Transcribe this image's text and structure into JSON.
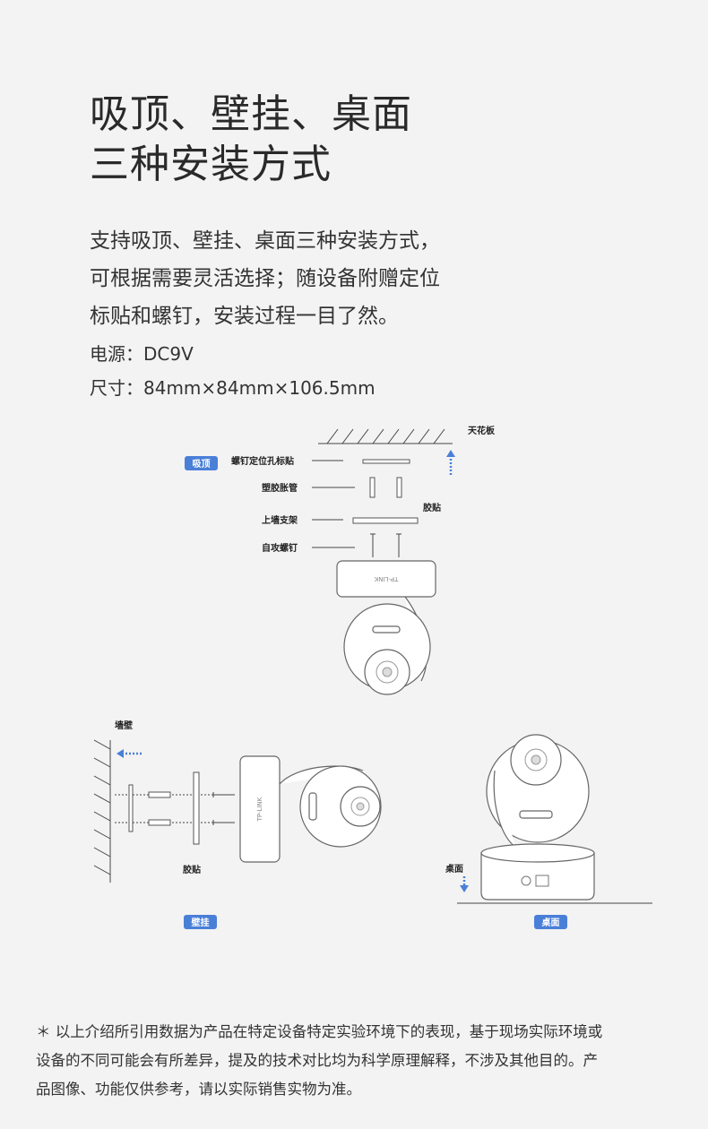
{
  "heading": {
    "line1": "吸顶、壁挂、桌面",
    "line2": "三种安装方式"
  },
  "description": {
    "line1": "支持吸顶、壁挂、桌面三种安装方式，",
    "line2": "可根据需要灵活选择；随设备附赠定位",
    "line3": "标贴和螺钉，安装过程一目了然。"
  },
  "specs": {
    "power": "电源：DC9V",
    "size": "尺寸：84mm×84mm×106.5mm"
  },
  "ceiling_diagram": {
    "tag": "吸顶",
    "ceiling_label": "天花板",
    "parts": [
      "螺钉定位孔标贴",
      "塑胶胀管",
      "上墙支架",
      "自攻螺钉"
    ],
    "glue_label": "胶贴",
    "brand": "TP-LINK"
  },
  "wall_diagram": {
    "tag": "壁挂",
    "wall_label": "墙壁",
    "glue_label": "胶贴",
    "brand": "TP-LINK"
  },
  "desk_diagram": {
    "tag": "桌面",
    "desk_label": "桌面"
  },
  "footnote": {
    "line1": "＊ 以上介绍所引用数据为产品在特定设备特定实验环境下的表现，基于现场实际环境或",
    "line2": "设备的不同可能会有所差异，提及的技术对比均为科学原理解释，不涉及其他目的。产",
    "line3": "品图像、功能仅供参考，请以实际销售实物为准。"
  },
  "colors": {
    "background": "#f3f3f3",
    "tag": "#4a7fd8",
    "arrow": "#4a7fd8"
  }
}
